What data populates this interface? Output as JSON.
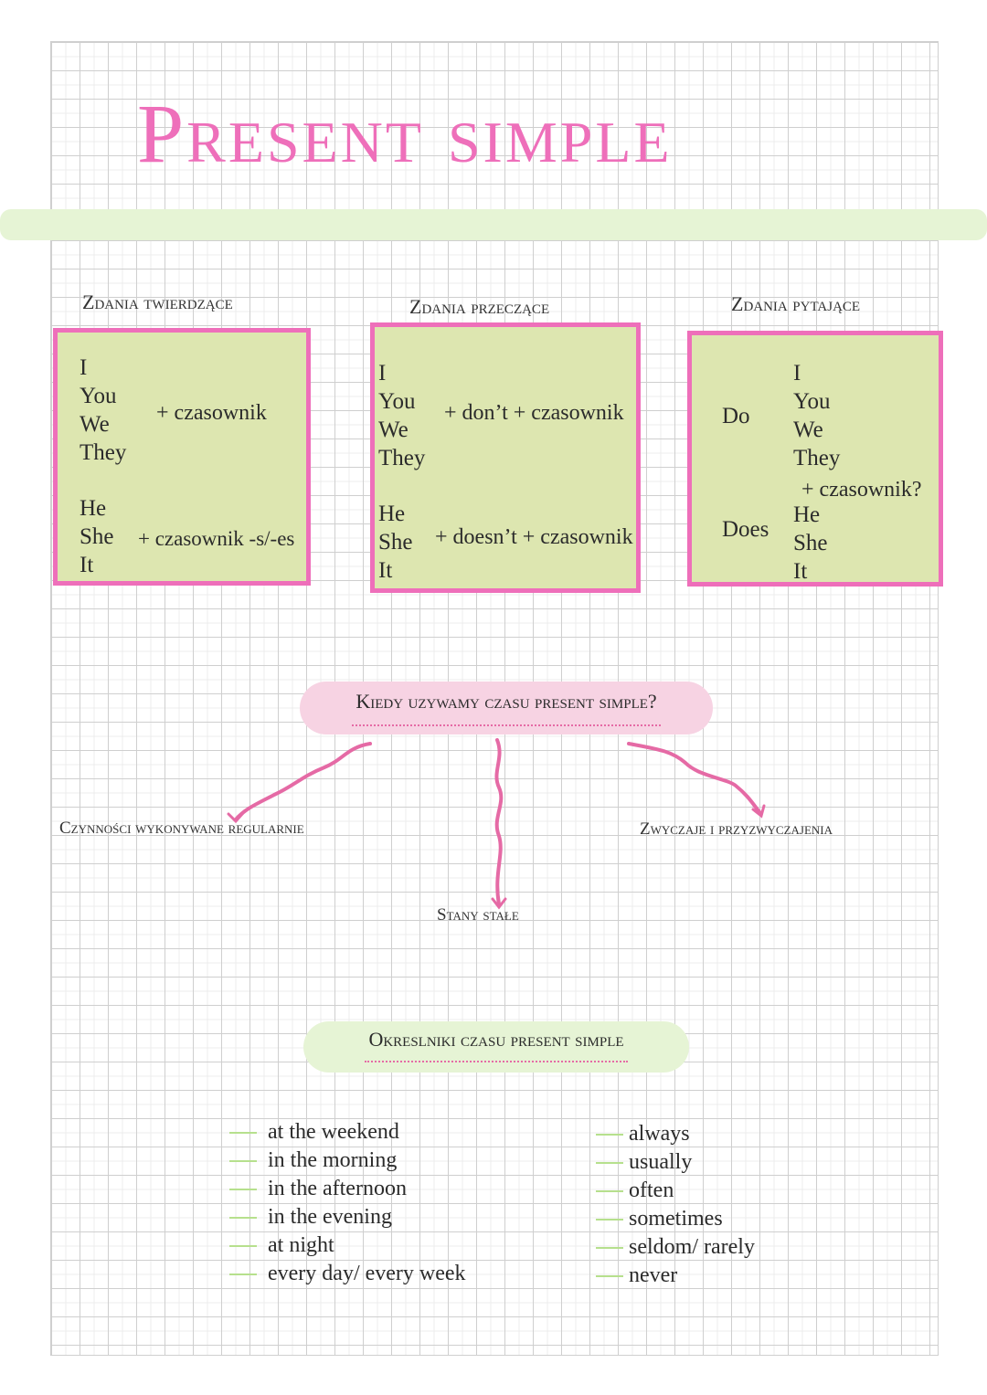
{
  "title": "Present simple",
  "affirmative": {
    "heading": "Zdania twierdzące",
    "group1": [
      "I",
      "You",
      "We",
      "They"
    ],
    "rule1": "+ czasownik",
    "group2": [
      "He",
      "She",
      "It"
    ],
    "rule2": "+ czasownik -s/-es"
  },
  "negative": {
    "heading": "Zdania przeczące",
    "group1": [
      "I",
      "You",
      "We",
      "They"
    ],
    "rule1": "+ don’t + czasownik",
    "group2": [
      "He",
      "She",
      "It"
    ],
    "rule2": "+ doesn’t + czasownik"
  },
  "questions": {
    "heading": "Zdania pytające",
    "aux1": "Do",
    "aux2": "Does",
    "group1": [
      "I",
      "You",
      "We",
      "They"
    ],
    "rule": "+ czasownik?",
    "group2": [
      "He",
      "She",
      "It"
    ]
  },
  "usage": {
    "heading": "Kiedy uzywamy czasu present simple?",
    "items": [
      "Czynności wykonywane regularnie",
      "Stany stałe",
      "Zwyczaje i przyzwyczajenia"
    ]
  },
  "markers": {
    "heading": "Okreslniki czasu present simple",
    "time_phrases": [
      "at the weekend",
      "in the morning",
      "in the afternoon",
      "in the evening",
      "at night",
      "every day/ every week"
    ],
    "frequency": [
      "always",
      "usually",
      "often",
      "sometimes",
      "seldom/ rarely",
      "never"
    ]
  },
  "colors": {
    "pink": "#ee6fba",
    "box_fill": "#dde6b0",
    "green_band": "#e6f4d5",
    "pink_pill": "#f7d3e3",
    "green_pill": "#e6f4d5"
  }
}
